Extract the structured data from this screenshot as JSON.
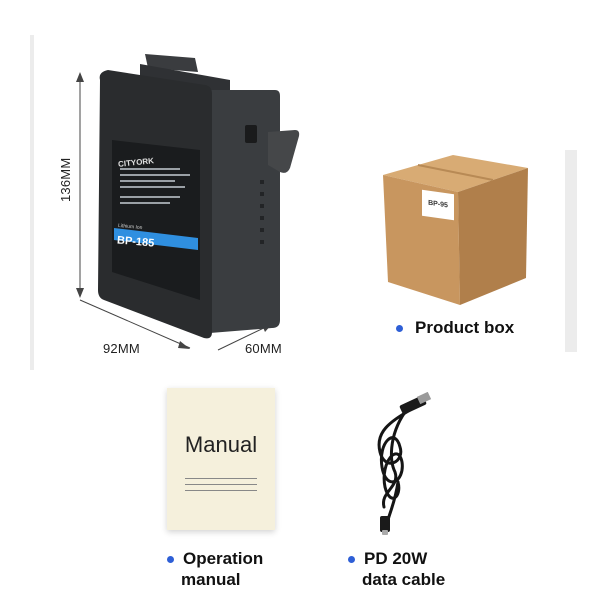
{
  "dimensions": {
    "height_label": "136MM",
    "width_label": "92MM",
    "depth_label": "60MM"
  },
  "battery": {
    "brand": "CITYORK",
    "model": "BP-185",
    "chemistry": "Lithium Ion"
  },
  "box": {
    "label": "BP-95",
    "caption": "Product box"
  },
  "manual": {
    "title": "Manual",
    "caption_line1": "Operation",
    "caption_line2": "manual"
  },
  "cable": {
    "caption_line1": "PD 20W",
    "caption_line2": "data cable"
  },
  "colors": {
    "bullet": "#2e5fd6",
    "box": "#c8965f",
    "battery": "#2a2c2e",
    "accent": "#2f8fe0"
  }
}
